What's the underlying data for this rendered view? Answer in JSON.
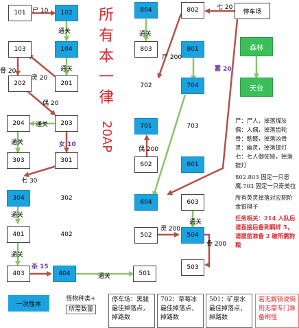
{
  "title": {
    "chars": [
      "所",
      "有",
      "本",
      "一",
      "律"
    ],
    "number": "20AP"
  },
  "nodes": {
    "101": "101",
    "102": "102",
    "103": "103",
    "104": "104",
    "202": "202",
    "201": "201",
    "204": "204",
    "203": "203",
    "303": "303",
    "301": "301",
    "304": "304",
    "302": "302",
    "401": "401",
    "402": "402",
    "403": "403",
    "404": "404",
    "501": "501",
    "804": "804",
    "802": "802",
    "803": "803",
    "801": "801",
    "702": "702",
    "704": "704",
    "701": "701",
    "703": "703",
    "602": "602",
    "601": "601",
    "604": "604",
    "603": "603",
    "502": "502",
    "504": "504",
    "503": "503",
    "parking": "停车场",
    "forest": "森林",
    "sky": "天台"
  },
  "edge_labels": {
    "shi10": "尸 10",
    "tongguan_102_104": "通关",
    "gu20": "骨 20",
    "ling20": "灵 20",
    "tongguan_104_201": "通关",
    "ou20": "偶 20",
    "tongguan_203_204": "通关",
    "tongguan_204_303": "通关",
    "nu10": "女 10",
    "qi30": "七 30",
    "tongguan_304_401": "通关",
    "tongguan_401_403": "通关",
    "sha15": "杀 15",
    "tongguan_404_501": "通关",
    "qi20": "七 20",
    "tongguan_804_803": "通关",
    "shi200": "尸 200",
    "wu20": "雾 20",
    "ou200": "偶 200",
    "ling200": "灵 200",
    "tongguan_603_504": "通关",
    "gu200": "骨 200"
  },
  "legend": {
    "lines": [
      "尸：尸人，掉落煤灰",
      "偶：人偶，掉落齿轮",
      "骨：骷髅，掉落凶骨",
      "灵：幽灵，掉落提灯",
      "七：七人御佐娅，掉落提灯"
    ],
    "p2": "802.803 固定一只恶魔.703 固定一只奇美拉",
    "p3": "所有英灵掉落对应职阶金银棋子",
    "red": "任务相关：214 入队后请直接后备到羁绊 5，请提前准备 2 破所需狗粮"
  },
  "bottom": {
    "blue_btn": "一次性本",
    "mini_line1": "怪物种类+",
    "mini_line2": "所需数量",
    "box1": "停车场：黑腿最佳掉落点，掉路数",
    "box2": "702：草莓冰最佳掉落点，掉路数",
    "box3": "501：矿泉水最佳掉落点，掉路数",
    "box4": "若无解锁说明则无需专门准备刷怪"
  },
  "colors": {
    "blue": "#1aa3e0",
    "green": "#3cbf5a",
    "red_arrow": "#b5504a",
    "green_arrow": "#8dc26a",
    "title_red": "#d7282f"
  }
}
